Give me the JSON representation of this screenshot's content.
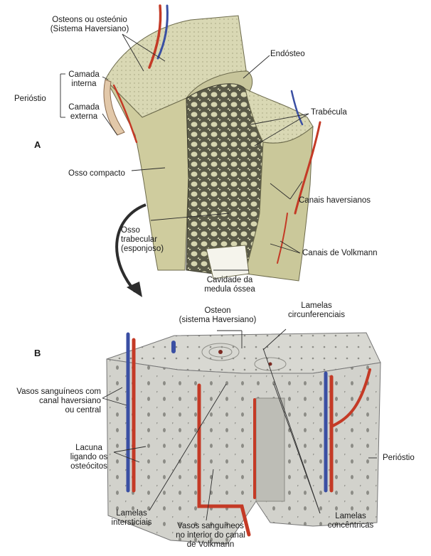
{
  "panels": {
    "a": "A",
    "b": "B"
  },
  "colors": {
    "bone": "#d8d7b0",
    "bone_dark": "#b5b38a",
    "artery": "#c43a26",
    "vein": "#3a4fa3",
    "sponge": "#4a4a3c"
  },
  "labels_a": {
    "osteons": [
      "Osteons ou osteónio",
      "(Sistema Haversiano)"
    ],
    "endosteo": "Endósteo",
    "camada_interna": [
      "Camada",
      "interna"
    ],
    "periosteo": "Perióstio",
    "camada_externa": [
      "Camada",
      "externa"
    ],
    "trabecula": "Trabécula",
    "osso_compacto": "Osso compacto",
    "canais_haversianos": "Canais haversianos",
    "osso_trabecular": [
      "Osso",
      "trabecular",
      "(esponjoso)"
    ],
    "canais_volkmann": "Canais de Volkmann",
    "cavidade": [
      "Cavidade da",
      "medula óssea"
    ]
  },
  "labels_b": {
    "osteon": [
      "Osteon",
      "(sistema Haversiano)"
    ],
    "lamelas_circ": [
      "Lamelas",
      "circunferenciais"
    ],
    "vasos_canal": [
      "Vasos sanguíneos com",
      "canal haversiano",
      "ou central"
    ],
    "lacuna": [
      "Lacuna",
      "ligando os",
      "osteócitos"
    ],
    "periosteo": "Perióstio",
    "lamelas_inter": [
      "Lamelas",
      "intersticiais"
    ],
    "vasos_volkmann": [
      "Vasos sanguíneos",
      "no interior do canal",
      "de Volkmann"
    ],
    "lamelas_conc": [
      "Lamelas",
      "concêntricas"
    ]
  }
}
